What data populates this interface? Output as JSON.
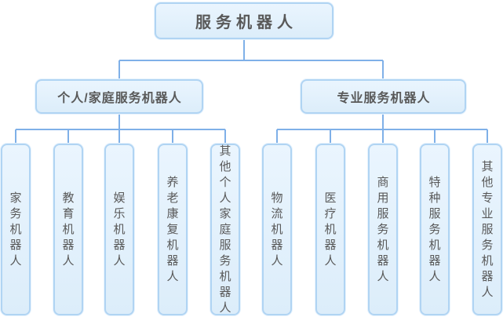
{
  "root": {
    "label": "服务机器人"
  },
  "branches": [
    {
      "label": "个人/家庭服务机器人",
      "children": [
        {
          "label": "家务机器人"
        },
        {
          "label": "教育机器人"
        },
        {
          "label": "娱乐机器人"
        },
        {
          "label": "养老康复机器人"
        },
        {
          "label": "其他个人家庭服务机器人"
        }
      ]
    },
    {
      "label": "专业服务机器人",
      "children": [
        {
          "label": "物流机器人"
        },
        {
          "label": "医疗机器人"
        },
        {
          "label": "商用服务机器人"
        },
        {
          "label": "特种服务机器人"
        },
        {
          "label": "其他专业服务机器人"
        }
      ]
    }
  ],
  "colors": {
    "background": "#ffffff",
    "node_fill_top": "#eaf5fe",
    "node_fill_bottom": "#dcedfa",
    "node_border": "#b0d4f3",
    "node_halo": "#e7f3fd",
    "connector": "#7fb0e8",
    "text": "#595959"
  }
}
